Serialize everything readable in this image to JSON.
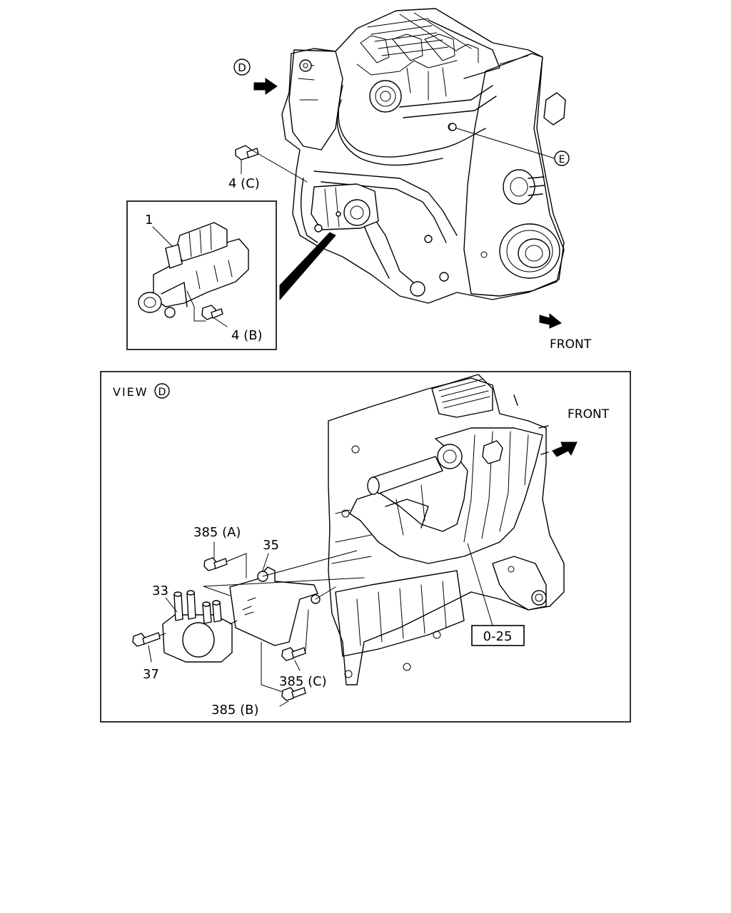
{
  "diagram": {
    "upper_view": {
      "view_markers": [
        "D",
        "E"
      ],
      "direction_label": "FRONT",
      "callouts": {
        "part_1": "1",
        "bolt_4c": "4 (C)",
        "bolt_4b": "4 (B)"
      }
    },
    "lower_view": {
      "title_text": "VIEW",
      "title_marker": "D",
      "direction_label": "FRONT",
      "callouts": {
        "bolt_385a": "385 (A)",
        "bracket_35": "35",
        "coil_33": "33",
        "bolt_37": "37",
        "bolt_385c": "385 (C)",
        "bolt_385b": "385 (B)",
        "ref_box": "0-25"
      }
    }
  }
}
